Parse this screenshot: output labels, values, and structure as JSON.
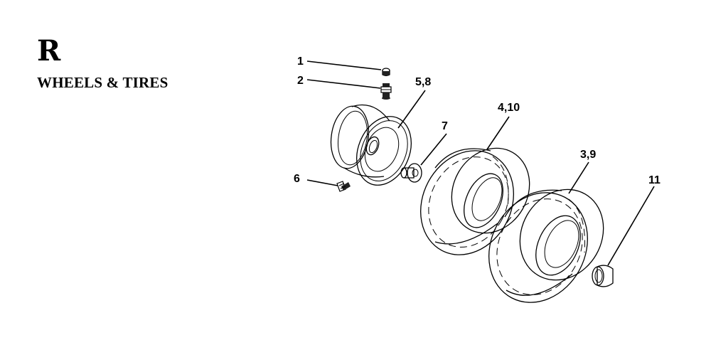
{
  "section": {
    "letter": "R",
    "title": "WHEELS & TIRES"
  },
  "callouts": {
    "c1": "1",
    "c2": "2",
    "c58": "5,8",
    "c7": "7",
    "c410": "4,10",
    "c6": "6",
    "c39": "3,9",
    "c11": "11"
  }
}
